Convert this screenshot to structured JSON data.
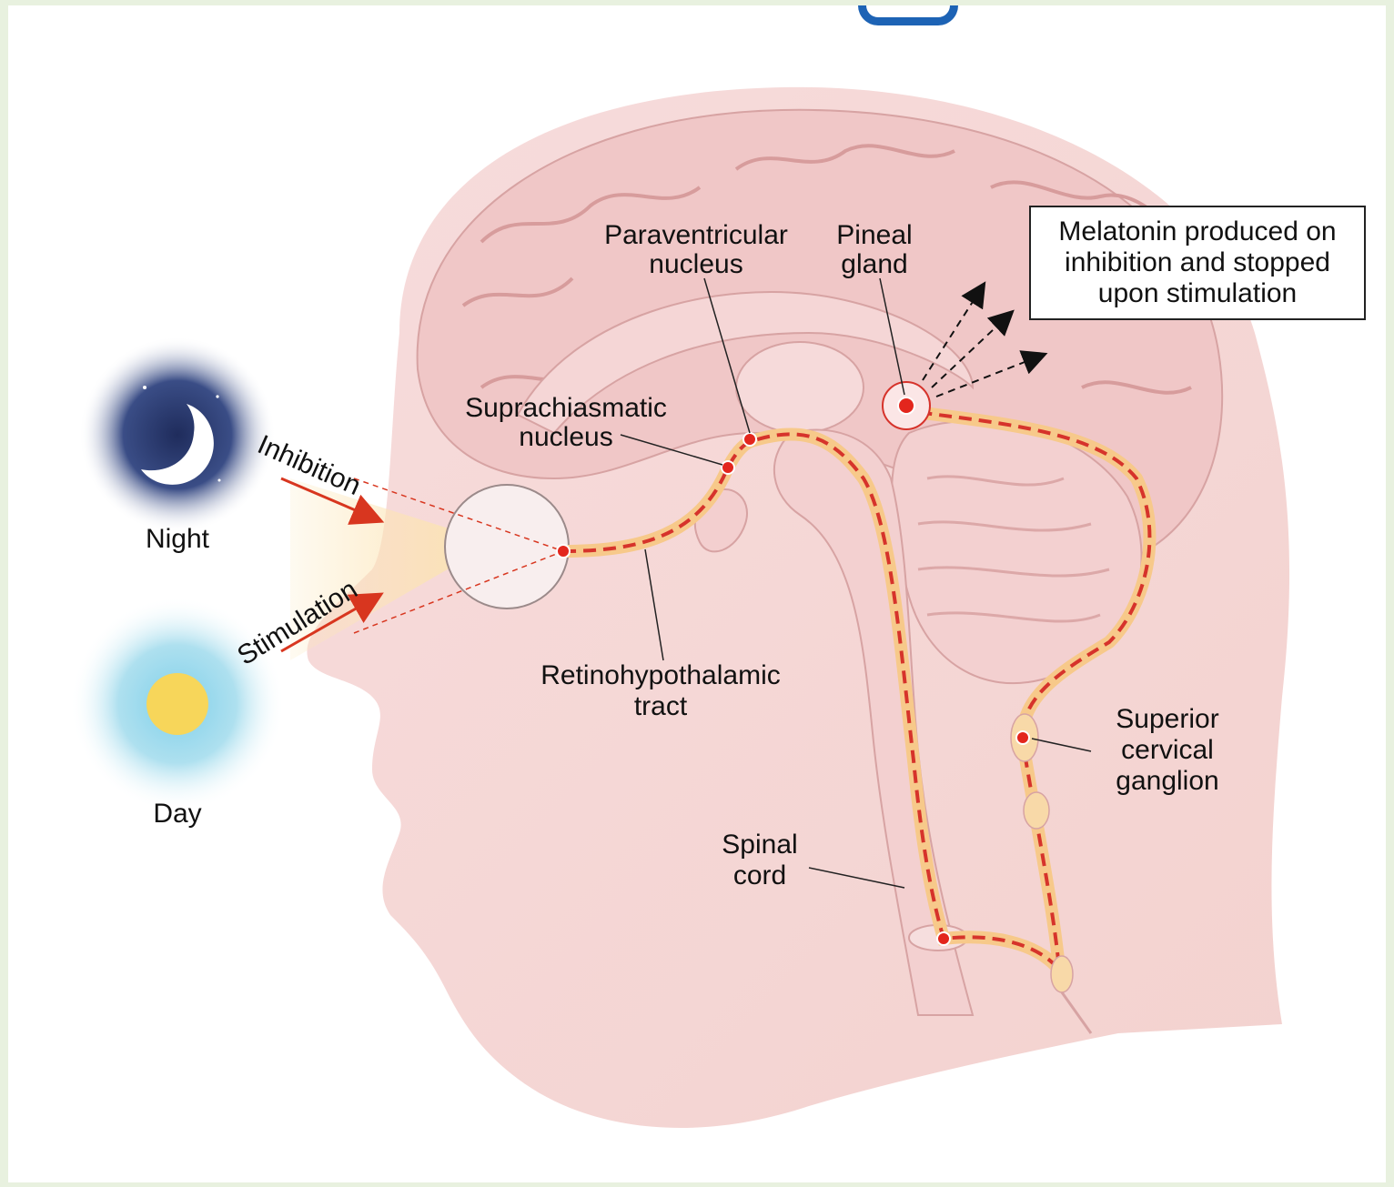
{
  "labels": {
    "paraventricular": [
      "Paraventricular",
      "nucleus"
    ],
    "pineal": [
      "Pineal",
      "gland"
    ],
    "melatonin_box": "Melatonin produced on inhibition and stopped upon stimulation",
    "suprachiasmatic": [
      "Suprachiasmatic",
      "nucleus"
    ],
    "inhibition": "Inhibition",
    "stimulation": "Stimulation",
    "night": "Night",
    "day": "Day",
    "retinohypothalamic": [
      "Retinohypothalamic",
      "tract"
    ],
    "superior_cervical": [
      "Superior",
      "cervical",
      "ganglion"
    ],
    "spinal_cord": [
      "Spinal",
      "cord"
    ]
  },
  "colors": {
    "background_border": "#e8f1df",
    "head_fill": "#f3d6d4",
    "brain_fill": "#f0c4c4",
    "pathway_outer": "#f6c98a",
    "pathway_dash": "#d6332b",
    "node": "#e3261d",
    "moon_glow": "#2b3c6e",
    "sun": "#f7d65a",
    "sun_glow": "#7cc9e6",
    "arrow": "#d8361f"
  },
  "icons": [
    "moon-icon",
    "sun-icon"
  ]
}
